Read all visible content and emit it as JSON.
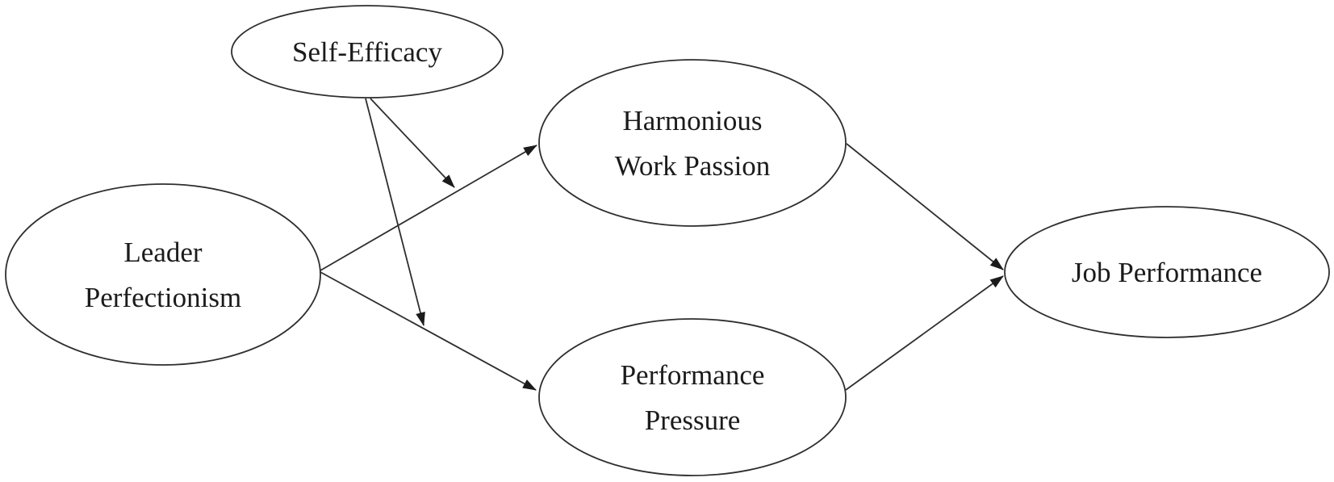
{
  "colors": {
    "background": "#ffffff",
    "stroke": "#2e2e2e",
    "text": "#1b1b1b"
  },
  "nodes": {
    "self_efficacy": {
      "label": "Self-Efficacy"
    },
    "leader_perfectionism": {
      "line1": "Leader",
      "line2": "Perfectionism"
    },
    "harmonious_work_passion": {
      "line1": "Harmonious",
      "line2": "Work Passion"
    },
    "performance_pressure": {
      "line1": "Performance",
      "line2": "Pressure"
    },
    "job_performance": {
      "label": "Job Performance"
    }
  },
  "diagram_data": {
    "type": "path-model",
    "nodes": [
      "Self-Efficacy",
      "Leader Perfectionism",
      "Harmonious Work Passion",
      "Performance Pressure",
      "Job Performance"
    ],
    "edges": [
      {
        "from": "Leader Perfectionism",
        "to": "Harmonious Work Passion",
        "type": "direct"
      },
      {
        "from": "Leader Perfectionism",
        "to": "Performance Pressure",
        "type": "direct"
      },
      {
        "from": "Harmonious Work Passion",
        "to": "Job Performance",
        "type": "direct"
      },
      {
        "from": "Performance Pressure",
        "to": "Job Performance",
        "type": "direct"
      },
      {
        "from": "Self-Efficacy",
        "to": "path: Leader Perfectionism -> Harmonious Work Passion",
        "type": "moderation"
      },
      {
        "from": "Self-Efficacy",
        "to": "path: Leader Perfectionism -> Performance Pressure",
        "type": "moderation"
      }
    ]
  }
}
